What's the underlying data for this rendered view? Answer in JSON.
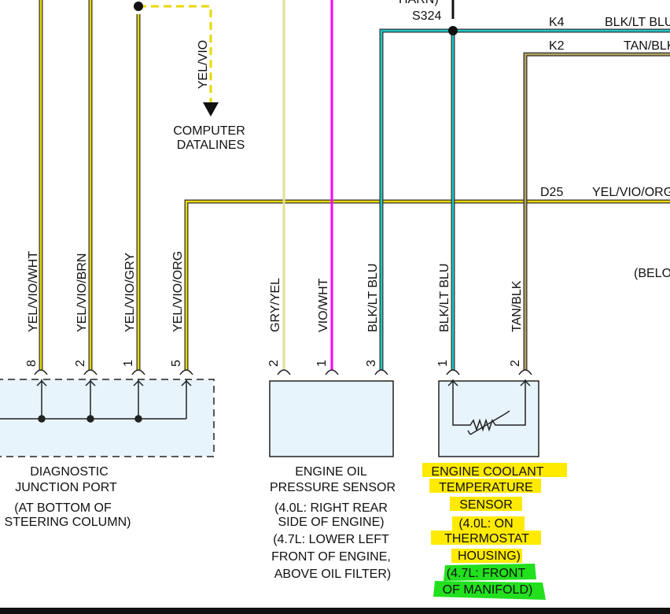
{
  "top": {
    "harn_fragment": "HARN)",
    "splice_label": "S324",
    "dest_label_line1": "COMPUTER",
    "dest_label_line2": "DATALINES",
    "dest_wire": "YEL/VIO"
  },
  "right_labels": {
    "k4_pin": "K4",
    "k4_wire": "BLK/LT BLU",
    "k2_pin": "K2",
    "k2_wire": "TAN/BLK",
    "d25_pin": "D25",
    "d25_wire": "YEL/VIO/ORG",
    "below_fragment": "(BELOW"
  },
  "wires": [
    {
      "label": "YEL/VIO/WHT",
      "pin": "8",
      "color": "#e8d800"
    },
    {
      "label": "YEL/VIO/BRN",
      "pin": "2",
      "color": "#e8d800"
    },
    {
      "label": "YEL/VIO/GRY",
      "pin": "1",
      "color": "#e8d800"
    },
    {
      "label": "YEL/VIO/ORG",
      "pin": "5",
      "color": "#e8d800"
    },
    {
      "label": "GRY/YEL",
      "pin": "2",
      "color": "#e0e090"
    },
    {
      "label": "VIO/WHT",
      "pin": "1",
      "color": "#ff00ff"
    },
    {
      "label": "BLK/LT BLU",
      "pin": "3",
      "color": "#1ec8c8"
    },
    {
      "label": "BLK/LT BLU",
      "pin": "1",
      "color": "#1ec8c8"
    },
    {
      "label": "TAN/BLK",
      "pin": "2",
      "color": "#b4a060"
    }
  ],
  "components": {
    "djp_name_1": "DIAGNOSTIC",
    "djp_name_2": "JUNCTION PORT",
    "djp_loc_1": "(AT BOTTOM OF",
    "djp_loc_2": "STEERING COLUMN)",
    "eops_name_1": "ENGINE OIL",
    "eops_name_2": "PRESSURE SENSOR",
    "eops_loc_1": "(4.0L: RIGHT REAR",
    "eops_loc_2": "SIDE OF ENGINE)",
    "eops_loc_3": "(4.7L: LOWER LEFT",
    "eops_loc_4": "FRONT OF ENGINE,",
    "eops_loc_5": "ABOVE OIL FILTER)",
    "ect_name_1": "ENGINE COOLANT",
    "ect_name_2": "TEMPERATURE",
    "ect_name_3": "SENSOR",
    "ect_loc_1": "(4.0L: ON",
    "ect_loc_2": "THERMOSTAT",
    "ect_loc_3": "HOUSING)",
    "ect_loc_4": "(4.7L: FRONT",
    "ect_loc_5": "OF MANIFOLD)"
  },
  "colors": {
    "yellow_wire": "#e8d800",
    "cyan_wire": "#1ec8c8",
    "magenta_wire": "#ff00ff",
    "tan_wire": "#b4a060",
    "box_fill": "#e8f4fc",
    "highlight_yellow": "#ffea00",
    "highlight_green": "#22e01e"
  }
}
